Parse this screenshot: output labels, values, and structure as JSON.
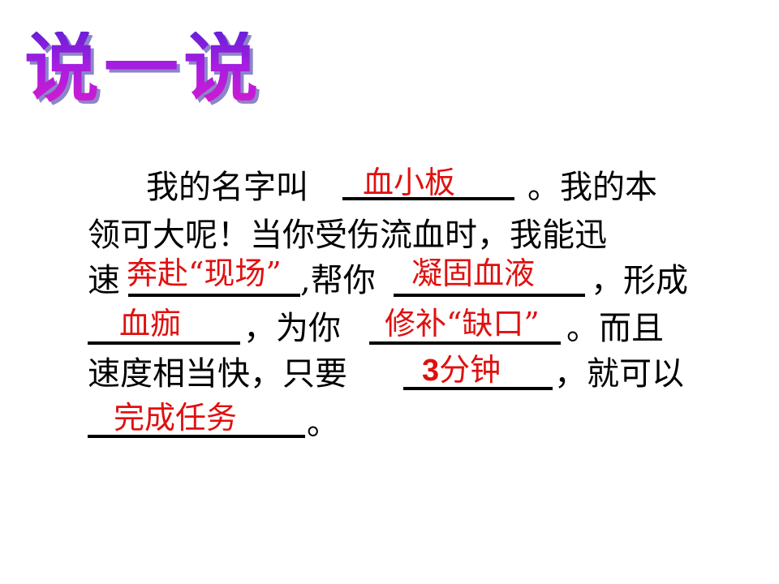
{
  "title": "说一说",
  "lines": [
    {
      "segments": [
        "我的名字叫",
        "。我的本"
      ]
    },
    {
      "segments": [
        "领可大呢！当你受伤流血时，我能迅"
      ]
    },
    {
      "segments": [
        "速",
        ",帮你",
        "，形成"
      ]
    },
    {
      "segments": [
        "，为你",
        "。而且"
      ]
    },
    {
      "segments": [
        "速度相当快，只要",
        "，就可以"
      ]
    },
    {
      "segments": [
        "。"
      ]
    }
  ],
  "answers": {
    "a1": "血小板",
    "a2": "奔赴“现场”",
    "a3": "凝固血液",
    "a4": "血痂",
    "a5": "修补“缺口”",
    "a6_num": "3",
    "a6_text": "分钟",
    "a7": "完成任务"
  },
  "colors": {
    "answer": "#e01010",
    "text": "#000000"
  }
}
